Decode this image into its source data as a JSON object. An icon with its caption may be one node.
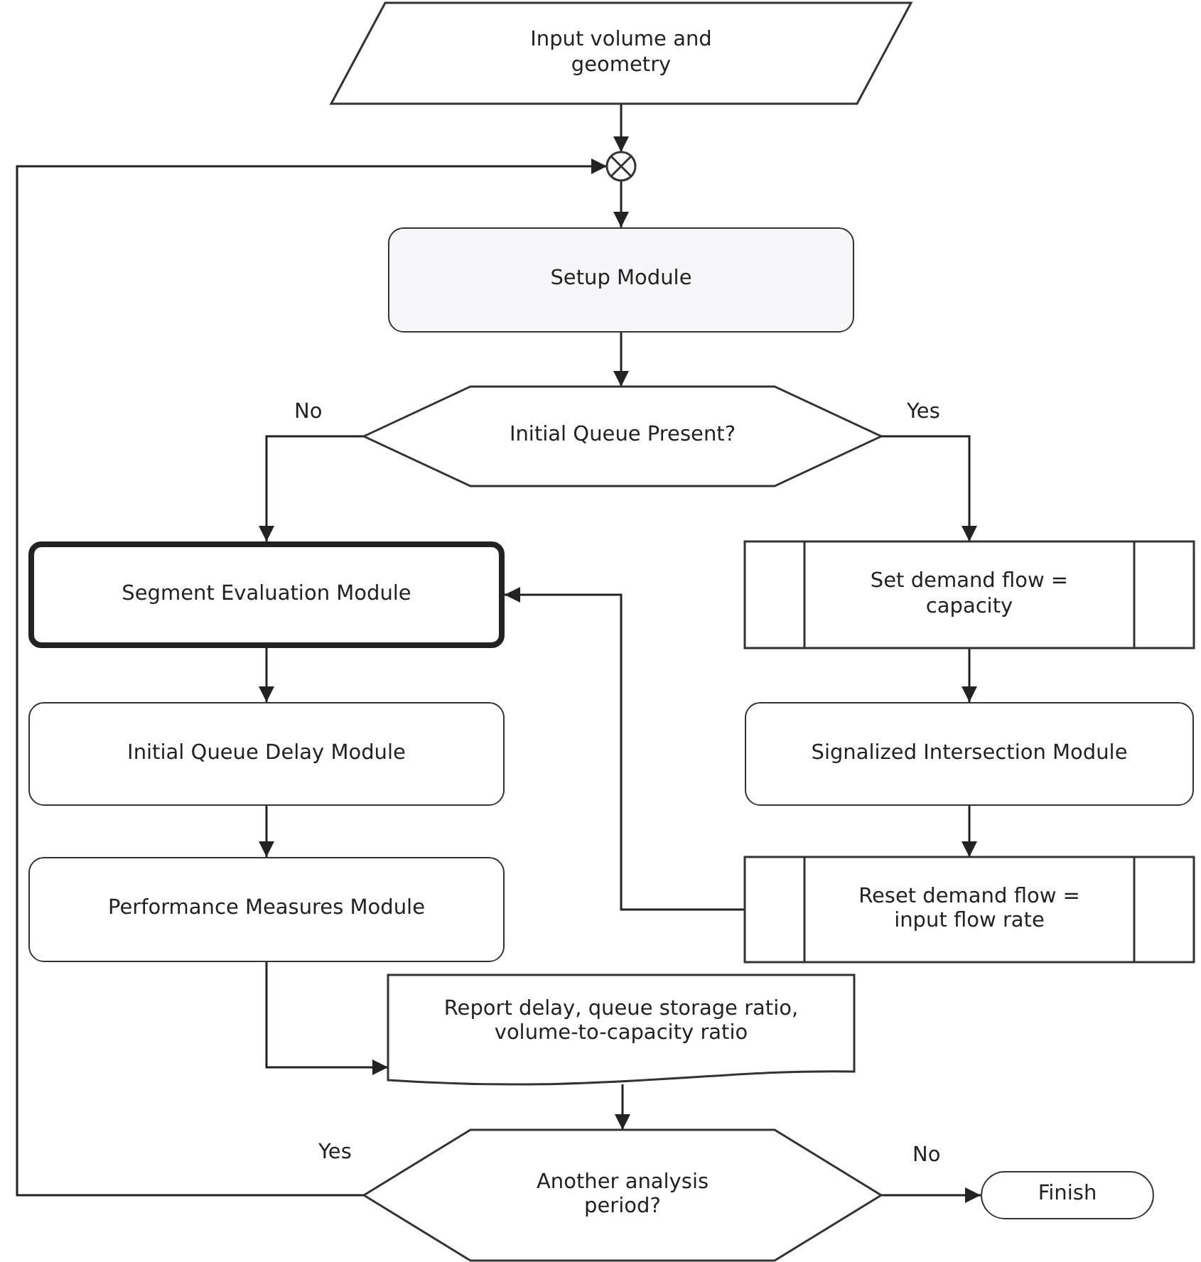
{
  "diagram": {
    "nodes": [
      {
        "text": [
          "Input volume and geometry"
        ]
      },
      {
        "text": [],
        "shape": "circle"
      },
      {
        "text": [
          "Setup Module"
        ]
      },
      {
        "text": [
          "Initial Queue Present?"
        ]
      },
      {
        "text": [
          "Segment Evaluation Module"
        ]
      },
      {
        "text": [
          "Set demand flow = capacity"
        ]
      },
      {
        "text": [
          "Initial Queue Delay Module"
        ]
      },
      {
        "text": [
          "Signalized Intersection Module"
        ]
      },
      {
        "text": [
          "Performance Measures Module"
        ]
      },
      {
        "text": [
          "Reset demand flow = input flow rate"
        ]
      },
      {
        "text": [
          "Report delay, queue storage ratio, volume-to-capacity ratio"
        ]
      },
      {
        "text": [
          "Another analysis period?"
        ]
      },
      {
        "text": [
          "Finish"
        ]
      }
    ],
    "edges": [
      {
        "from": 0,
        "to": 1,
        "arrow": "to"
      },
      {
        "from": 1,
        "to": 2,
        "arrow": "to"
      },
      {
        "from": 2,
        "to": 3,
        "arrow": "to"
      },
      {
        "from": 3,
        "to": 4,
        "arrow": "to",
        "label": "No"
      },
      {
        "from": 3,
        "to": 5,
        "arrow": "to",
        "label": "Yes"
      },
      {
        "from": 4,
        "to": 6,
        "arrow": "to"
      },
      {
        "from": 6,
        "to": 8,
        "arrow": "to"
      },
      {
        "from": 5,
        "to": 7,
        "arrow": "to"
      },
      {
        "from": 7,
        "to": 9,
        "arrow": "to"
      },
      {
        "from": 9,
        "to": 4,
        "arrow": "to"
      },
      {
        "from": 8,
        "to": 10,
        "arrow": "to"
      },
      {
        "from": 10,
        "to": 11,
        "arrow": "to"
      },
      {
        "from": 11,
        "to": 12,
        "arrow": "to",
        "label": "No"
      },
      {
        "from": 11,
        "to": 1,
        "arrow": "to",
        "label": "Yes"
      }
    ]
  }
}
